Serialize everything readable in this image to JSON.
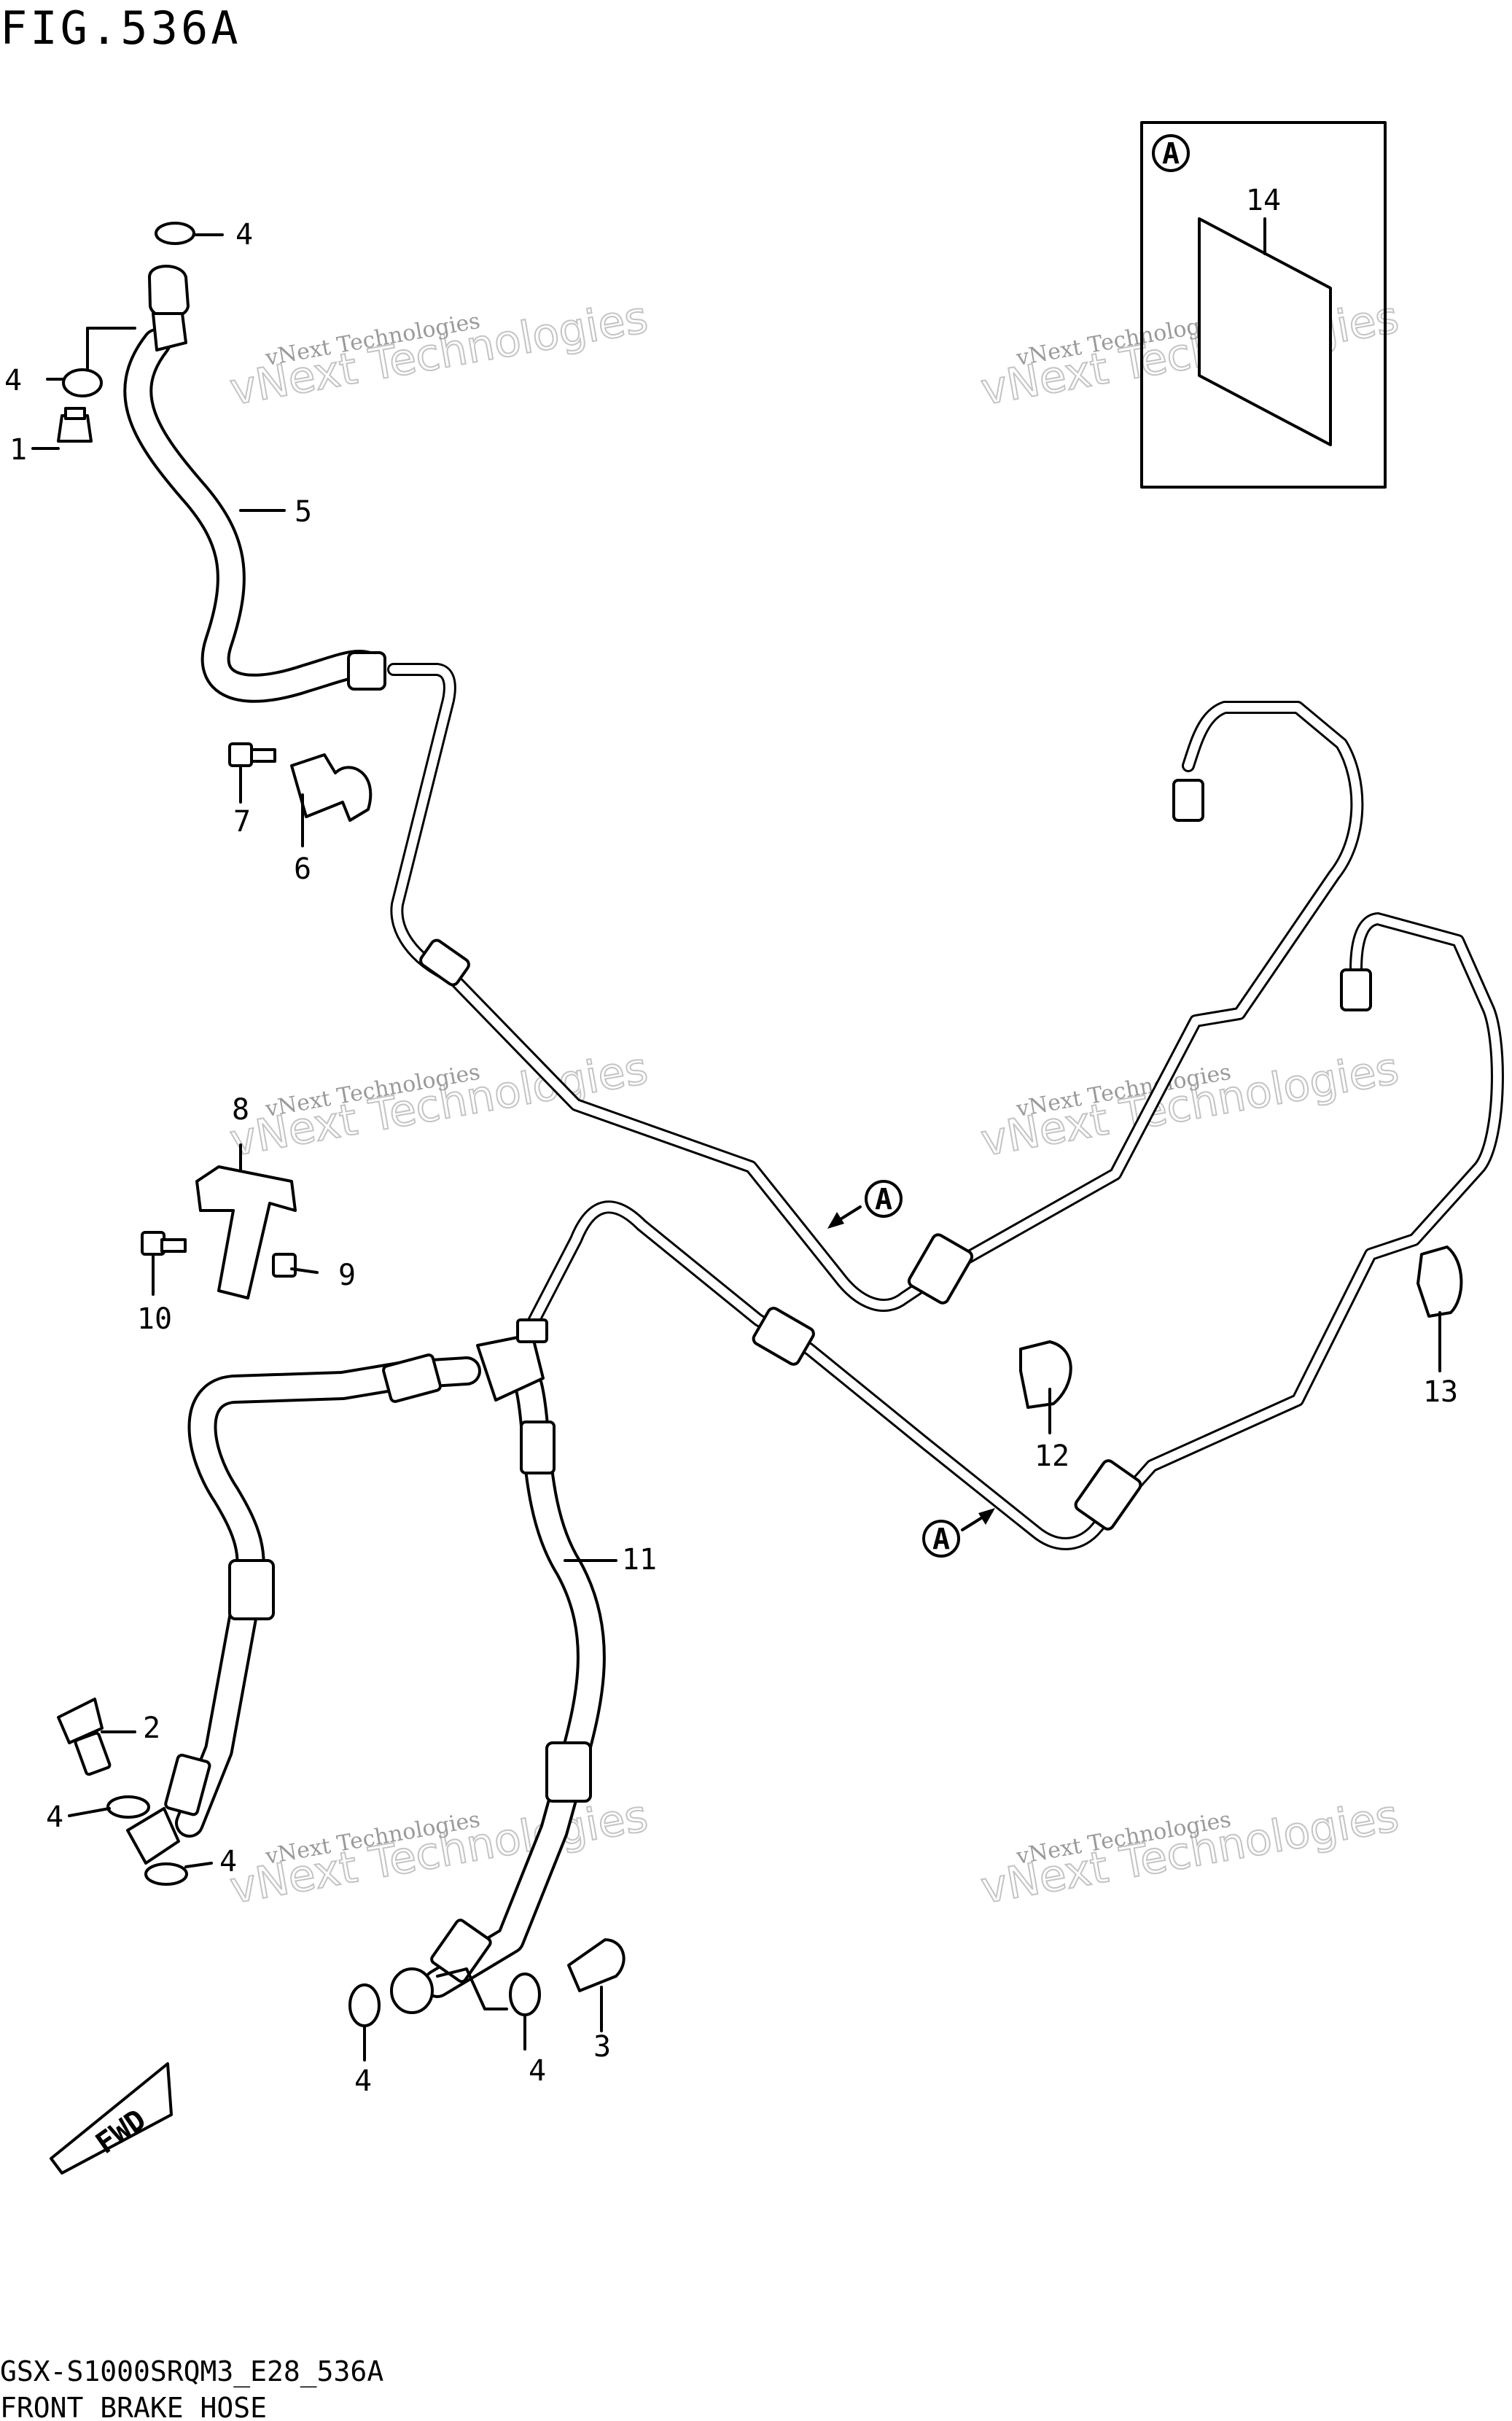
{
  "figure": {
    "title": "FIG.536A",
    "model_code": "GSX-S1000SRQM3_E28_536A",
    "caption": "FRONT BRAKE HOSE"
  },
  "watermark": {
    "line1": "vNext Technologies",
    "line2": "vNext Technologies"
  },
  "callouts": [
    {
      "id": "c1",
      "label": "1"
    },
    {
      "id": "c2",
      "label": "2"
    },
    {
      "id": "c3",
      "label": "3"
    },
    {
      "id": "c4a",
      "label": "4"
    },
    {
      "id": "c4b",
      "label": "4"
    },
    {
      "id": "c4c",
      "label": "4"
    },
    {
      "id": "c4d",
      "label": "4"
    },
    {
      "id": "c4e",
      "label": "4"
    },
    {
      "id": "c4f",
      "label": "4"
    },
    {
      "id": "c5",
      "label": "5"
    },
    {
      "id": "c6",
      "label": "6"
    },
    {
      "id": "c7",
      "label": "7"
    },
    {
      "id": "c8",
      "label": "8"
    },
    {
      "id": "c9",
      "label": "9"
    },
    {
      "id": "c10",
      "label": "10"
    },
    {
      "id": "c11",
      "label": "11"
    },
    {
      "id": "c12",
      "label": "12"
    },
    {
      "id": "c13",
      "label": "13"
    },
    {
      "id": "c14",
      "label": "14"
    }
  ],
  "detail_marker": "A",
  "direction_badge": "FWD"
}
